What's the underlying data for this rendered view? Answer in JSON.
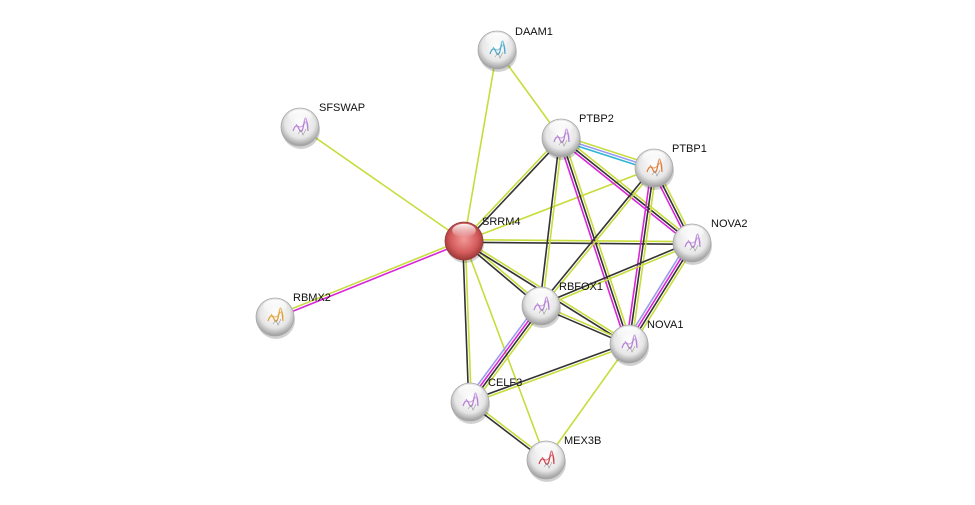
{
  "network": {
    "nodes": [
      {
        "id": "DAAM1",
        "label": "DAAM1",
        "query": false,
        "structure_color": "#4aa9c9"
      },
      {
        "id": "SFSWAP",
        "label": "SFSWAP",
        "query": false,
        "structure_color": "#b67fd6"
      },
      {
        "id": "PTBP2",
        "label": "PTBP2",
        "query": false,
        "structure_color": "#b67fd6"
      },
      {
        "id": "PTBP1",
        "label": "PTBP1",
        "query": false,
        "structure_color": "#e07a3a"
      },
      {
        "id": "SRRM4",
        "label": "SRRM4",
        "query": true,
        "structure_color": ""
      },
      {
        "id": "NOVA2",
        "label": "NOVA2",
        "query": false,
        "structure_color": "#b67fd6"
      },
      {
        "id": "RBMX2",
        "label": "RBMX2",
        "query": false,
        "structure_color": "#e0a030"
      },
      {
        "id": "RBFOX1",
        "label": "RBFOX1",
        "query": false,
        "structure_color": "#b67fd6"
      },
      {
        "id": "NOVA1",
        "label": "NOVA1",
        "query": false,
        "structure_color": "#b67fd6"
      },
      {
        "id": "CELF3",
        "label": "CELF3",
        "query": false,
        "structure_color": "#b67fd6"
      },
      {
        "id": "MEX3B",
        "label": "MEX3B",
        "query": false,
        "structure_color": "#d0404a"
      }
    ],
    "edge_colors": {
      "textmining": "#c8dc3c",
      "coexpression": "#333333",
      "experiments": "#d926d9",
      "databases": "#29b5d6",
      "homology": "#9a9af0"
    },
    "edges": [
      {
        "a": "DAAM1",
        "b": "SRRM4",
        "types": [
          "textmining"
        ]
      },
      {
        "a": "DAAM1",
        "b": "PTBP2",
        "types": [
          "textmining"
        ]
      },
      {
        "a": "SFSWAP",
        "b": "SRRM4",
        "types": [
          "textmining"
        ]
      },
      {
        "a": "RBMX2",
        "b": "SRRM4",
        "types": [
          "textmining",
          "experiments"
        ]
      },
      {
        "a": "SRRM4",
        "b": "PTBP2",
        "types": [
          "textmining",
          "coexpression"
        ]
      },
      {
        "a": "SRRM4",
        "b": "PTBP1",
        "types": [
          "textmining"
        ]
      },
      {
        "a": "SRRM4",
        "b": "NOVA2",
        "types": [
          "textmining",
          "coexpression"
        ]
      },
      {
        "a": "SRRM4",
        "b": "RBFOX1",
        "types": [
          "textmining",
          "coexpression"
        ]
      },
      {
        "a": "SRRM4",
        "b": "NOVA1",
        "types": [
          "textmining",
          "coexpression"
        ]
      },
      {
        "a": "SRRM4",
        "b": "CELF3",
        "types": [
          "textmining",
          "coexpression"
        ]
      },
      {
        "a": "SRRM4",
        "b": "MEX3B",
        "types": [
          "textmining"
        ]
      },
      {
        "a": "PTBP2",
        "b": "PTBP1",
        "types": [
          "textmining",
          "homology",
          "databases"
        ]
      },
      {
        "a": "PTBP2",
        "b": "NOVA2",
        "types": [
          "textmining",
          "coexpression",
          "experiments"
        ]
      },
      {
        "a": "PTBP2",
        "b": "RBFOX1",
        "types": [
          "textmining",
          "coexpression"
        ]
      },
      {
        "a": "PTBP2",
        "b": "NOVA1",
        "types": [
          "textmining",
          "coexpression",
          "experiments"
        ]
      },
      {
        "a": "PTBP1",
        "b": "NOVA2",
        "types": [
          "textmining",
          "coexpression",
          "experiments"
        ]
      },
      {
        "a": "PTBP1",
        "b": "RBFOX1",
        "types": [
          "textmining",
          "coexpression"
        ]
      },
      {
        "a": "PTBP1",
        "b": "NOVA1",
        "types": [
          "textmining",
          "coexpression",
          "experiments"
        ]
      },
      {
        "a": "NOVA2",
        "b": "RBFOX1",
        "types": [
          "textmining",
          "coexpression"
        ]
      },
      {
        "a": "NOVA2",
        "b": "NOVA1",
        "types": [
          "textmining",
          "coexpression",
          "experiments",
          "homology"
        ]
      },
      {
        "a": "RBFOX1",
        "b": "NOVA1",
        "types": [
          "textmining",
          "coexpression"
        ]
      },
      {
        "a": "RBFOX1",
        "b": "CELF3",
        "types": [
          "textmining",
          "coexpression",
          "experiments",
          "homology"
        ]
      },
      {
        "a": "NOVA1",
        "b": "CELF3",
        "types": [
          "textmining",
          "coexpression"
        ]
      },
      {
        "a": "NOVA1",
        "b": "MEX3B",
        "types": [
          "textmining"
        ]
      },
      {
        "a": "CELF3",
        "b": "MEX3B",
        "types": [
          "textmining",
          "coexpression"
        ]
      }
    ]
  }
}
